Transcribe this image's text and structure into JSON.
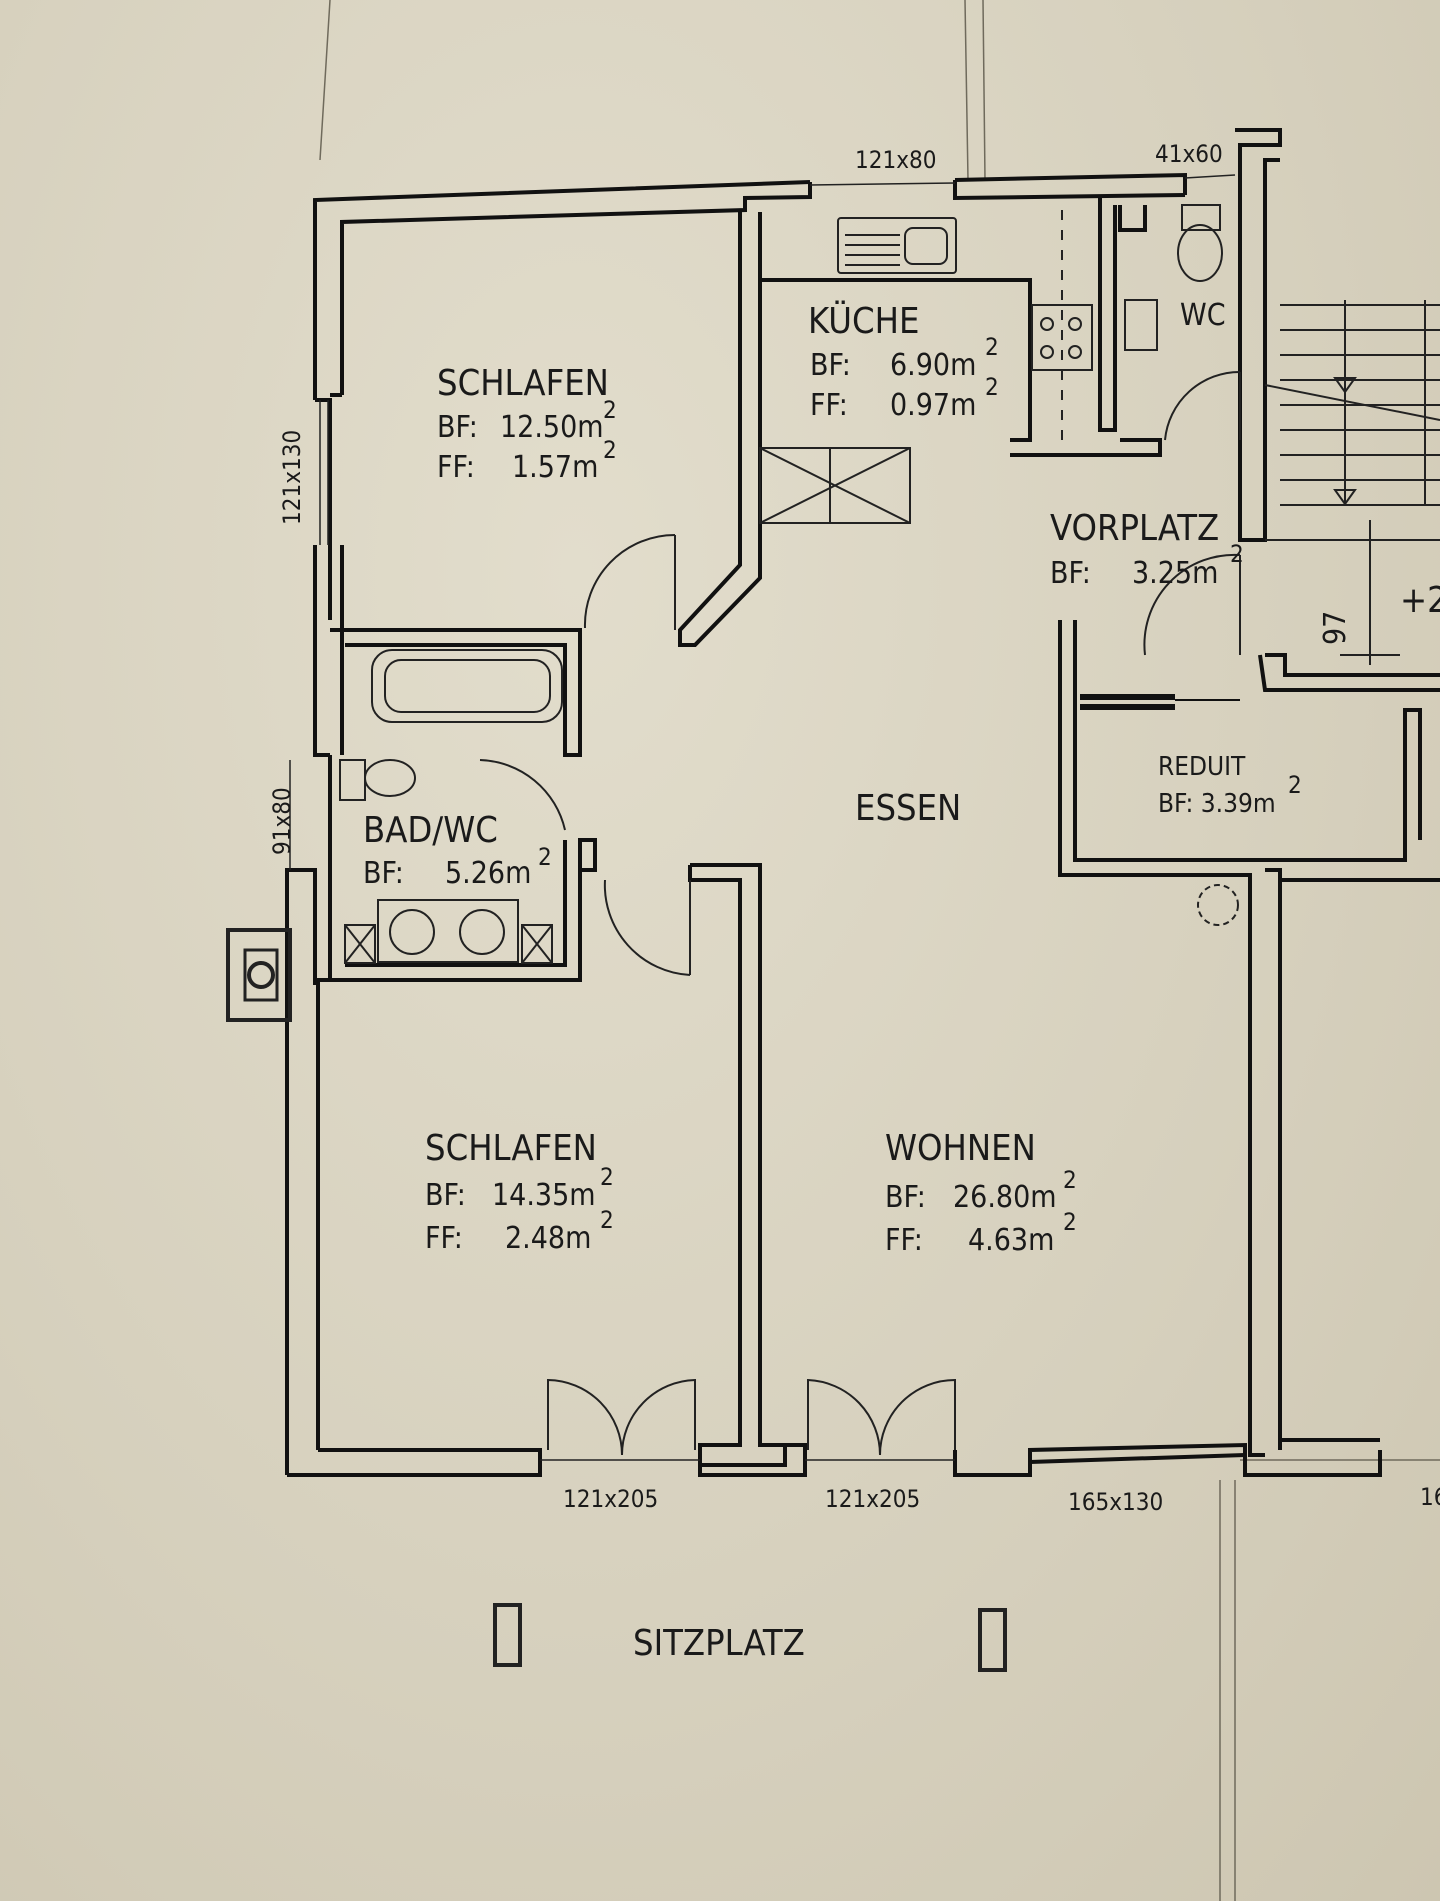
{
  "units": {
    "sup": "2"
  },
  "rooms": {
    "schlafen_1": {
      "name": "SCHLAFEN",
      "bf_label": "BF:",
      "bf": "12.50m",
      "ff_label": "FF:",
      "ff": "1.57m"
    },
    "kueche": {
      "name": "KÜCHE",
      "bf_label": "BF:",
      "bf": "6.90m",
      "ff_label": "FF:",
      "ff": "0.97m"
    },
    "wc": {
      "name": "WC"
    },
    "vorplatz": {
      "name": "VORPLATZ",
      "bf_label": "BF:",
      "bf": "3.25m"
    },
    "reduit": {
      "name": "REDUIT",
      "bf": "BF: 3.39m"
    },
    "essen": {
      "name": "ESSEN"
    },
    "bad_wc": {
      "name": "BAD/WC",
      "bf_label": "BF:",
      "bf": "5.26m"
    },
    "schlafen_2": {
      "name": "SCHLAFEN",
      "bf_label": "BF:",
      "bf": "14.35m",
      "ff_label": "FF:",
      "ff": "2.48m"
    },
    "wohnen": {
      "name": "WOHNEN",
      "bf_label": "BF:",
      "bf": "26.80m",
      "ff_label": "FF:",
      "ff": "4.63m"
    },
    "sitzplatz": {
      "name": "SITZPLATZ"
    }
  },
  "dimensions": {
    "top_kitchen_window": "121x80",
    "top_wc_window": "41x60",
    "left_top_window": "121x130",
    "left_bath_window": "91x80",
    "bottom_door_schlafen": "121x205",
    "bottom_door_wohnen": "121x205",
    "bottom_window_wohnen": "165x130",
    "cut_off_right": "16",
    "stair_width": "97",
    "stair_level": "+2"
  }
}
